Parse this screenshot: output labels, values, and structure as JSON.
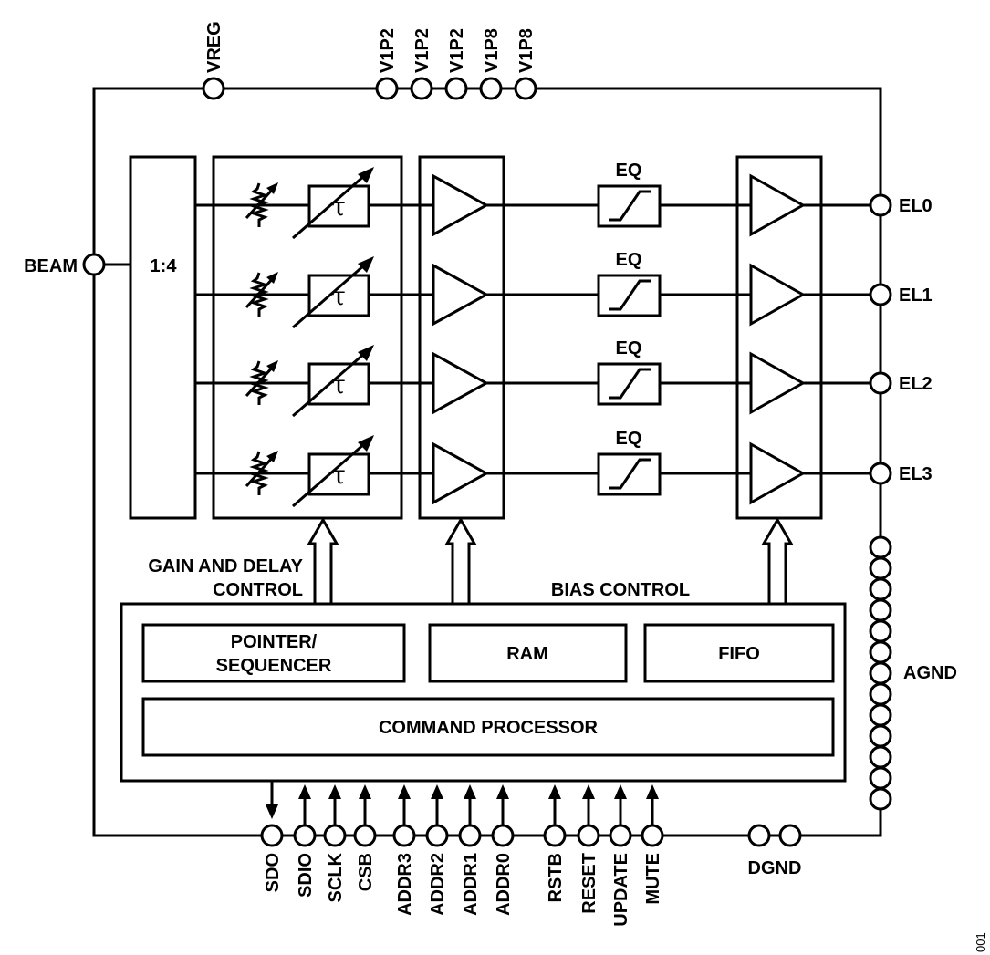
{
  "pins": {
    "top": [
      "VREG",
      "V1P2",
      "V1P2",
      "V1P2",
      "V1P8",
      "V1P8"
    ],
    "left": "BEAM",
    "right": [
      "EL0",
      "EL1",
      "EL2",
      "EL3"
    ],
    "agnd": "AGND",
    "bottom": [
      "SDO",
      "SDIO",
      "SCLK",
      "CSB",
      "ADDR3",
      "ADDR2",
      "ADDR1",
      "ADDR0",
      "RSTB",
      "RESET",
      "UPDATE",
      "MUTE"
    ],
    "dgnd": "DGND"
  },
  "blocks": {
    "splitter": "1:4",
    "eq_label": "EQ",
    "tau": "τ",
    "pointer_line1": "POINTER/",
    "pointer_line2": "SEQUENCER",
    "ram": "RAM",
    "fifo": "FIFO",
    "command_processor": "COMMAND PROCESSOR"
  },
  "labels": {
    "gain_delay_line1": "GAIN AND DELAY",
    "gain_delay_line2": "CONTROL",
    "bias_control": "BIAS CONTROL"
  },
  "figure_number": "001"
}
